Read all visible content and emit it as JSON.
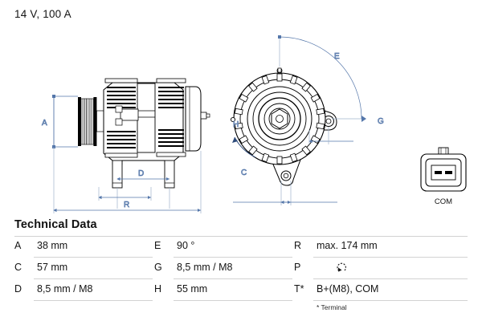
{
  "header": {
    "spec": "14 V, 100 A"
  },
  "drawings": {
    "side_view": {
      "name": "alternator-side-view",
      "dimension_labels": [
        "A",
        "D",
        "R"
      ]
    },
    "end_view": {
      "name": "alternator-end-view",
      "dimension_labels": [
        "E",
        "G",
        "C",
        "H"
      ]
    },
    "connector": {
      "name": "com-connector",
      "label": "COM",
      "pins": 2
    }
  },
  "technical_data": {
    "heading": "Technical Data",
    "rows": [
      {
        "col1": {
          "key": "A",
          "value": "38 mm"
        },
        "col2": {
          "key": "E",
          "value": "90 °"
        },
        "col3": {
          "key": "R",
          "value": "max. 174 mm"
        }
      },
      {
        "col1": {
          "key": "C",
          "value": "57 mm"
        },
        "col2": {
          "key": "G",
          "value": "8,5 mm / M8"
        },
        "col3": {
          "key": "P",
          "value": "",
          "icon": "rotation-clockwise-icon"
        }
      },
      {
        "col1": {
          "key": "D",
          "value": "8,5 mm / M8"
        },
        "col2": {
          "key": "H",
          "value": "55 mm"
        },
        "col3": {
          "key": "T*",
          "value": "B+(M8), COM"
        }
      }
    ],
    "footnote": "* Terminal"
  },
  "colors": {
    "ink": "#141414",
    "line": "#000000",
    "dimension": "#5577aa",
    "rule": "#d2d2d2"
  }
}
